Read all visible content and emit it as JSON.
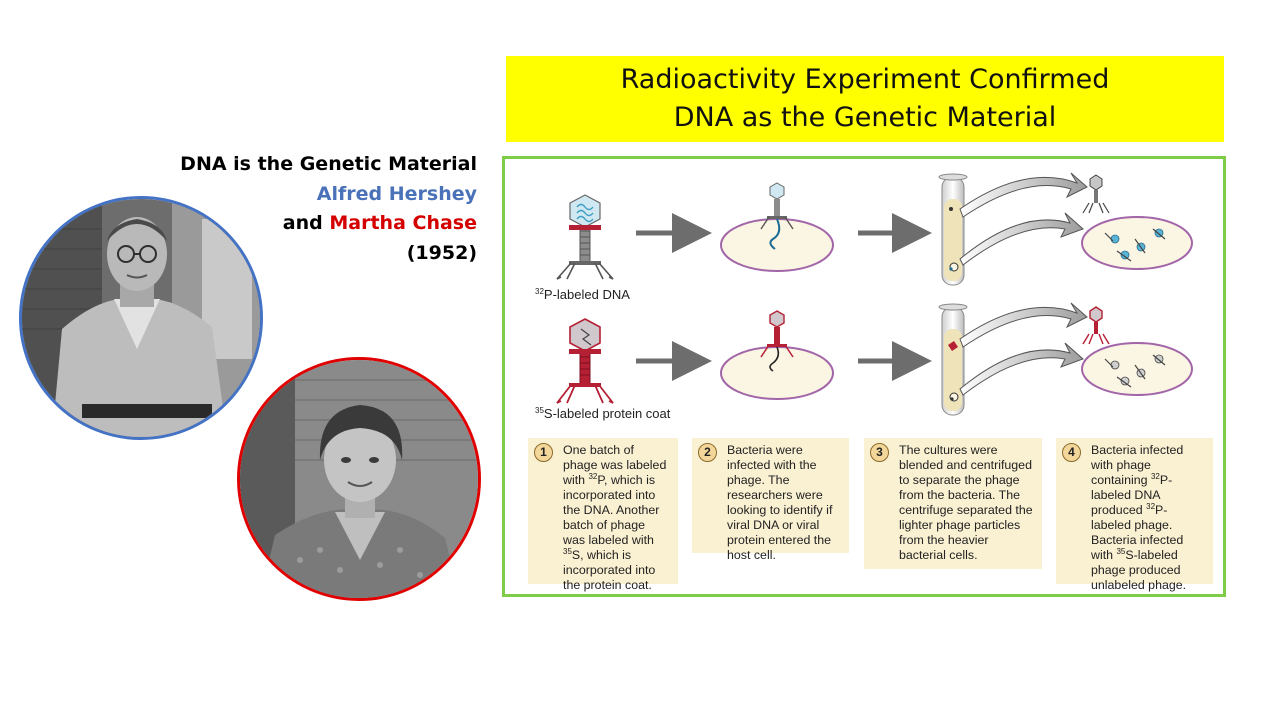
{
  "title": {
    "line1": "Radioactivity Experiment Confirmed",
    "line2": "DNA as the Genetic Material"
  },
  "credits": {
    "heading": "DNA is the Genetic Material",
    "name1": "Alfred Hershey",
    "conj": "and",
    "name2": "Martha Chase",
    "year": "(1952)"
  },
  "colors": {
    "banner": "#ffff00",
    "panel_border": "#7fcd46",
    "hershey_blue": "#4a72b8",
    "chase_red": "#d40000",
    "dna_blue": "#5ab4d6",
    "protein_red": "#b52035",
    "cell_fill": "#fbf5e3",
    "cell_border": "#a265a8",
    "step_bg": "#faf0d2"
  },
  "rows": [
    {
      "iso_mass": "32",
      "label": "P-labeled DNA",
      "label_type": "dna"
    },
    {
      "iso_mass": "35",
      "label": "S-labeled protein coat",
      "label_type": "protein"
    }
  ],
  "steps": [
    {
      "num": "1",
      "text_a": "One batch of phage was labeled with ",
      "sup_a": "32",
      "text_b": "P, which is incorporated into the DNA. Another batch of phage was labeled with ",
      "sup_b": "35",
      "text_c": "S, which is incorporated into the protein coat."
    },
    {
      "num": "2",
      "text_a": "Bacteria were infected with the phage. The researchers were looking to identify if viral DNA or viral protein entered the host cell.",
      "sup_a": "",
      "text_b": "",
      "sup_b": "",
      "text_c": ""
    },
    {
      "num": "3",
      "text_a": "The cultures were blended and centrifuged to separate the phage from the bacteria. The centrifuge separated the lighter phage particles from the heavier bacterial cells.",
      "sup_a": "",
      "text_b": "",
      "sup_b": "",
      "text_c": ""
    },
    {
      "num": "4",
      "text_a": "Bacteria infected with phage containing ",
      "sup_a": "32",
      "text_b": "P-labeled DNA produced ",
      "sup_b": "32",
      "text_c": "P-labeled phage. Bacteria infected with ",
      "sup_c": "35",
      "text_d": "S-labeled phage produced unlabeled phage."
    }
  ]
}
